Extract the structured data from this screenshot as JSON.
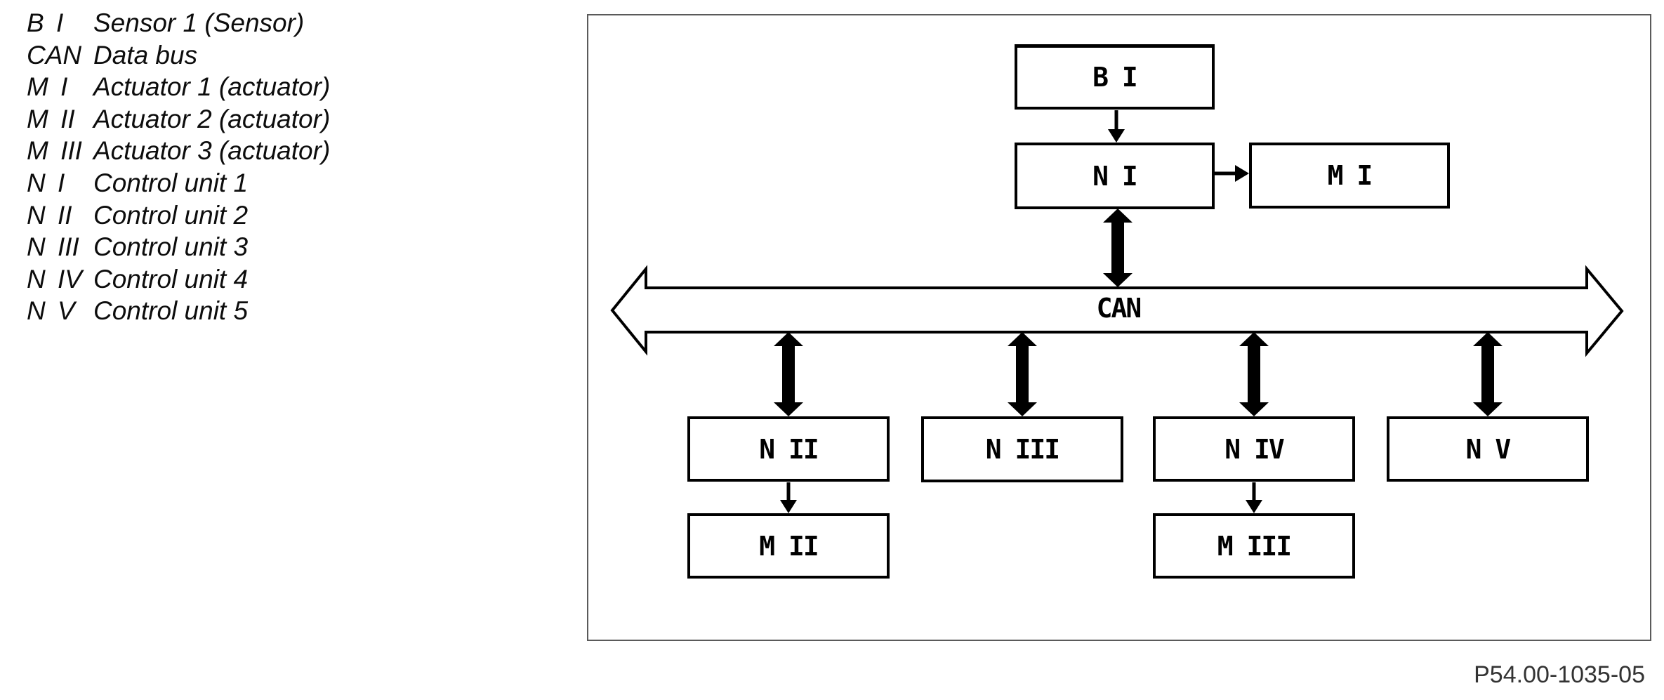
{
  "legend": {
    "items": [
      {
        "code": "B I",
        "label": "Sensor 1 (Sensor)"
      },
      {
        "code": "CAN",
        "label": "Data bus"
      },
      {
        "code": "M I",
        "label": "Actuator 1 (actuator)"
      },
      {
        "code": "M II",
        "label": "Actuator 2 (actuator)"
      },
      {
        "code": "M III",
        "label": "Actuator 3 (actuator)"
      },
      {
        "code": "N I",
        "label": "Control unit 1"
      },
      {
        "code": "N II",
        "label": "Control unit 2"
      },
      {
        "code": "N III",
        "label": "Control unit 3"
      },
      {
        "code": "N IV",
        "label": "Control unit 4"
      },
      {
        "code": "N V",
        "label": "Control unit 5"
      }
    ]
  },
  "diagram": {
    "bus_label": "CAN",
    "nodes": [
      {
        "id": "B I",
        "label": "B I"
      },
      {
        "id": "N I",
        "label": "N I"
      },
      {
        "id": "M I",
        "label": "M I"
      },
      {
        "id": "N II",
        "label": "N II"
      },
      {
        "id": "N III",
        "label": "N III"
      },
      {
        "id": "N IV",
        "label": "N IV"
      },
      {
        "id": "N V",
        "label": "N V"
      },
      {
        "id": "M II",
        "label": "M II"
      },
      {
        "id": "M III",
        "label": "M III"
      }
    ],
    "connections": [
      {
        "from": "B I",
        "to": "N I",
        "type": "arrow"
      },
      {
        "from": "N I",
        "to": "M I",
        "type": "arrow"
      },
      {
        "from": "N II",
        "to": "M II",
        "type": "arrow"
      },
      {
        "from": "N IV",
        "to": "M III",
        "type": "arrow"
      },
      {
        "from": "N I",
        "to": "CAN",
        "type": "bidirectional"
      },
      {
        "from": "N II",
        "to": "CAN",
        "type": "bidirectional"
      },
      {
        "from": "N III",
        "to": "CAN",
        "type": "bidirectional"
      },
      {
        "from": "N IV",
        "to": "CAN",
        "type": "bidirectional"
      },
      {
        "from": "N V",
        "to": "CAN",
        "type": "bidirectional"
      }
    ]
  },
  "caption": "P54.00-1035-05",
  "colors": {
    "line": "#000000",
    "frame_border": "#5a5a5a",
    "background": "#ffffff",
    "caption_text": "#333333"
  }
}
